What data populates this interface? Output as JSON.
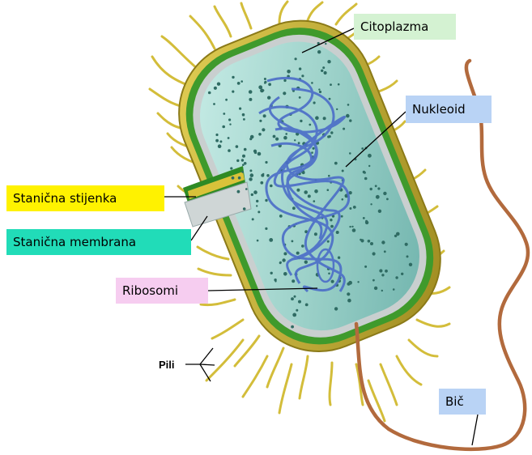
{
  "labels": {
    "citoplazma": {
      "text": "Citoplazma",
      "color": "#d4f2d2"
    },
    "nukleoid": {
      "text": "Nukleoid",
      "color": "#b9d3f5"
    },
    "stanicna_stijenka": {
      "text": "Stanična stijenka",
      "color": "#fff200"
    },
    "stanicna_membrana": {
      "text": "Stanična membrana",
      "color": "#21dcb8"
    },
    "ribosomi": {
      "text": "Ribosomi",
      "color": "#f6cdf0"
    },
    "pili": {
      "text": "Pili"
    },
    "bic": {
      "text": "Bič",
      "color": "#b9d3f5"
    }
  },
  "colors": {
    "pili_fill": "#d9c23a",
    "cell_wall": "#c6b033",
    "cell_membrane": "#3f9a2c",
    "cytoplasm": "#a9d9d2",
    "nucleoid": "#4d6fc8",
    "ribosome": "#2f6b63",
    "flagellum": "#b26a3d",
    "leader_line": "#000000"
  }
}
